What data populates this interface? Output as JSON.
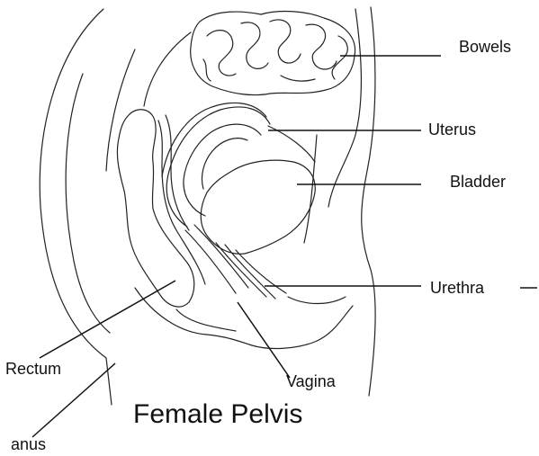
{
  "diagram": {
    "title": "Female Pelvis",
    "labels": {
      "bowels": "Bowels",
      "uterus": "Uterus",
      "bladder": "Bladder",
      "urethra": "Urethra",
      "rectum": "Rectum",
      "vagina": "Vagina",
      "anus": "anus"
    },
    "colors": {
      "bowels_fill": "#fbf7c3",
      "bladder_fill": "#f8c7ef",
      "rectum_fill": "#c5c9f5",
      "outline": "#222222",
      "text": "#111111"
    }
  }
}
